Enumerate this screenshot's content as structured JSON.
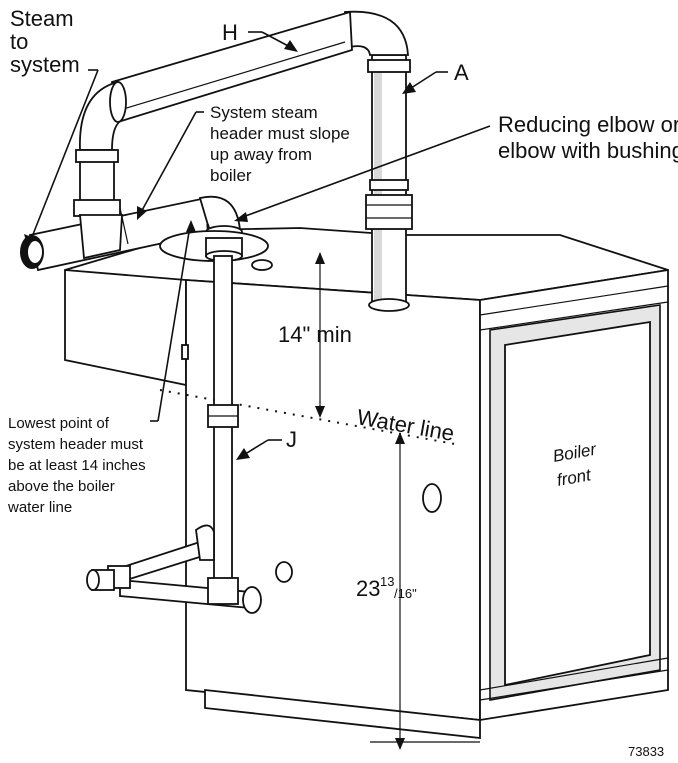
{
  "labels": {
    "steam_to_system": [
      "Steam",
      "to",
      "system"
    ],
    "h": "H",
    "a": "A",
    "j": "J",
    "header_slope": [
      "System steam",
      "header must slope",
      "up away from",
      "boiler"
    ],
    "reducing_elbow": [
      "Reducing elbow or",
      "elbow with bushing"
    ],
    "min_14": "14\" min",
    "water_line": "Water line",
    "lowest_point": [
      "Lowest point of",
      "system header must",
      "be at least 14 inches",
      "above the boiler",
      "water line"
    ],
    "boiler_front": [
      "Boiler",
      "front"
    ],
    "dim_23_main": "23",
    "dim_23_num": "13",
    "dim_23_den": "/16\"",
    "figure_number": "73833"
  }
}
